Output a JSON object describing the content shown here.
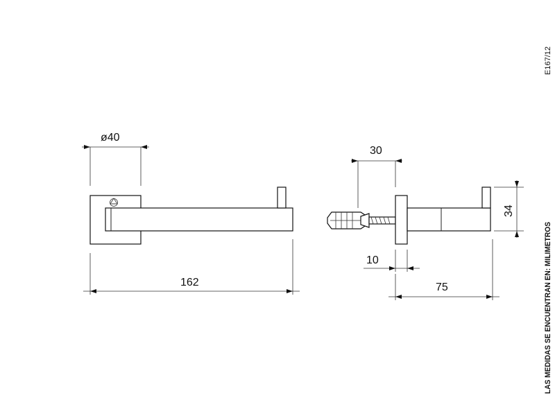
{
  "drawing": {
    "code": "E167/12",
    "units_note": "LAS MEDIDAS SE ENCUENTRAN EN: MILIMETROS",
    "front_view": {
      "diameter_label": "ø40",
      "length_label": "162"
    },
    "side_view": {
      "projection_label": "30",
      "height_label": "34",
      "plug_label": "10",
      "depth_label": "75"
    }
  }
}
